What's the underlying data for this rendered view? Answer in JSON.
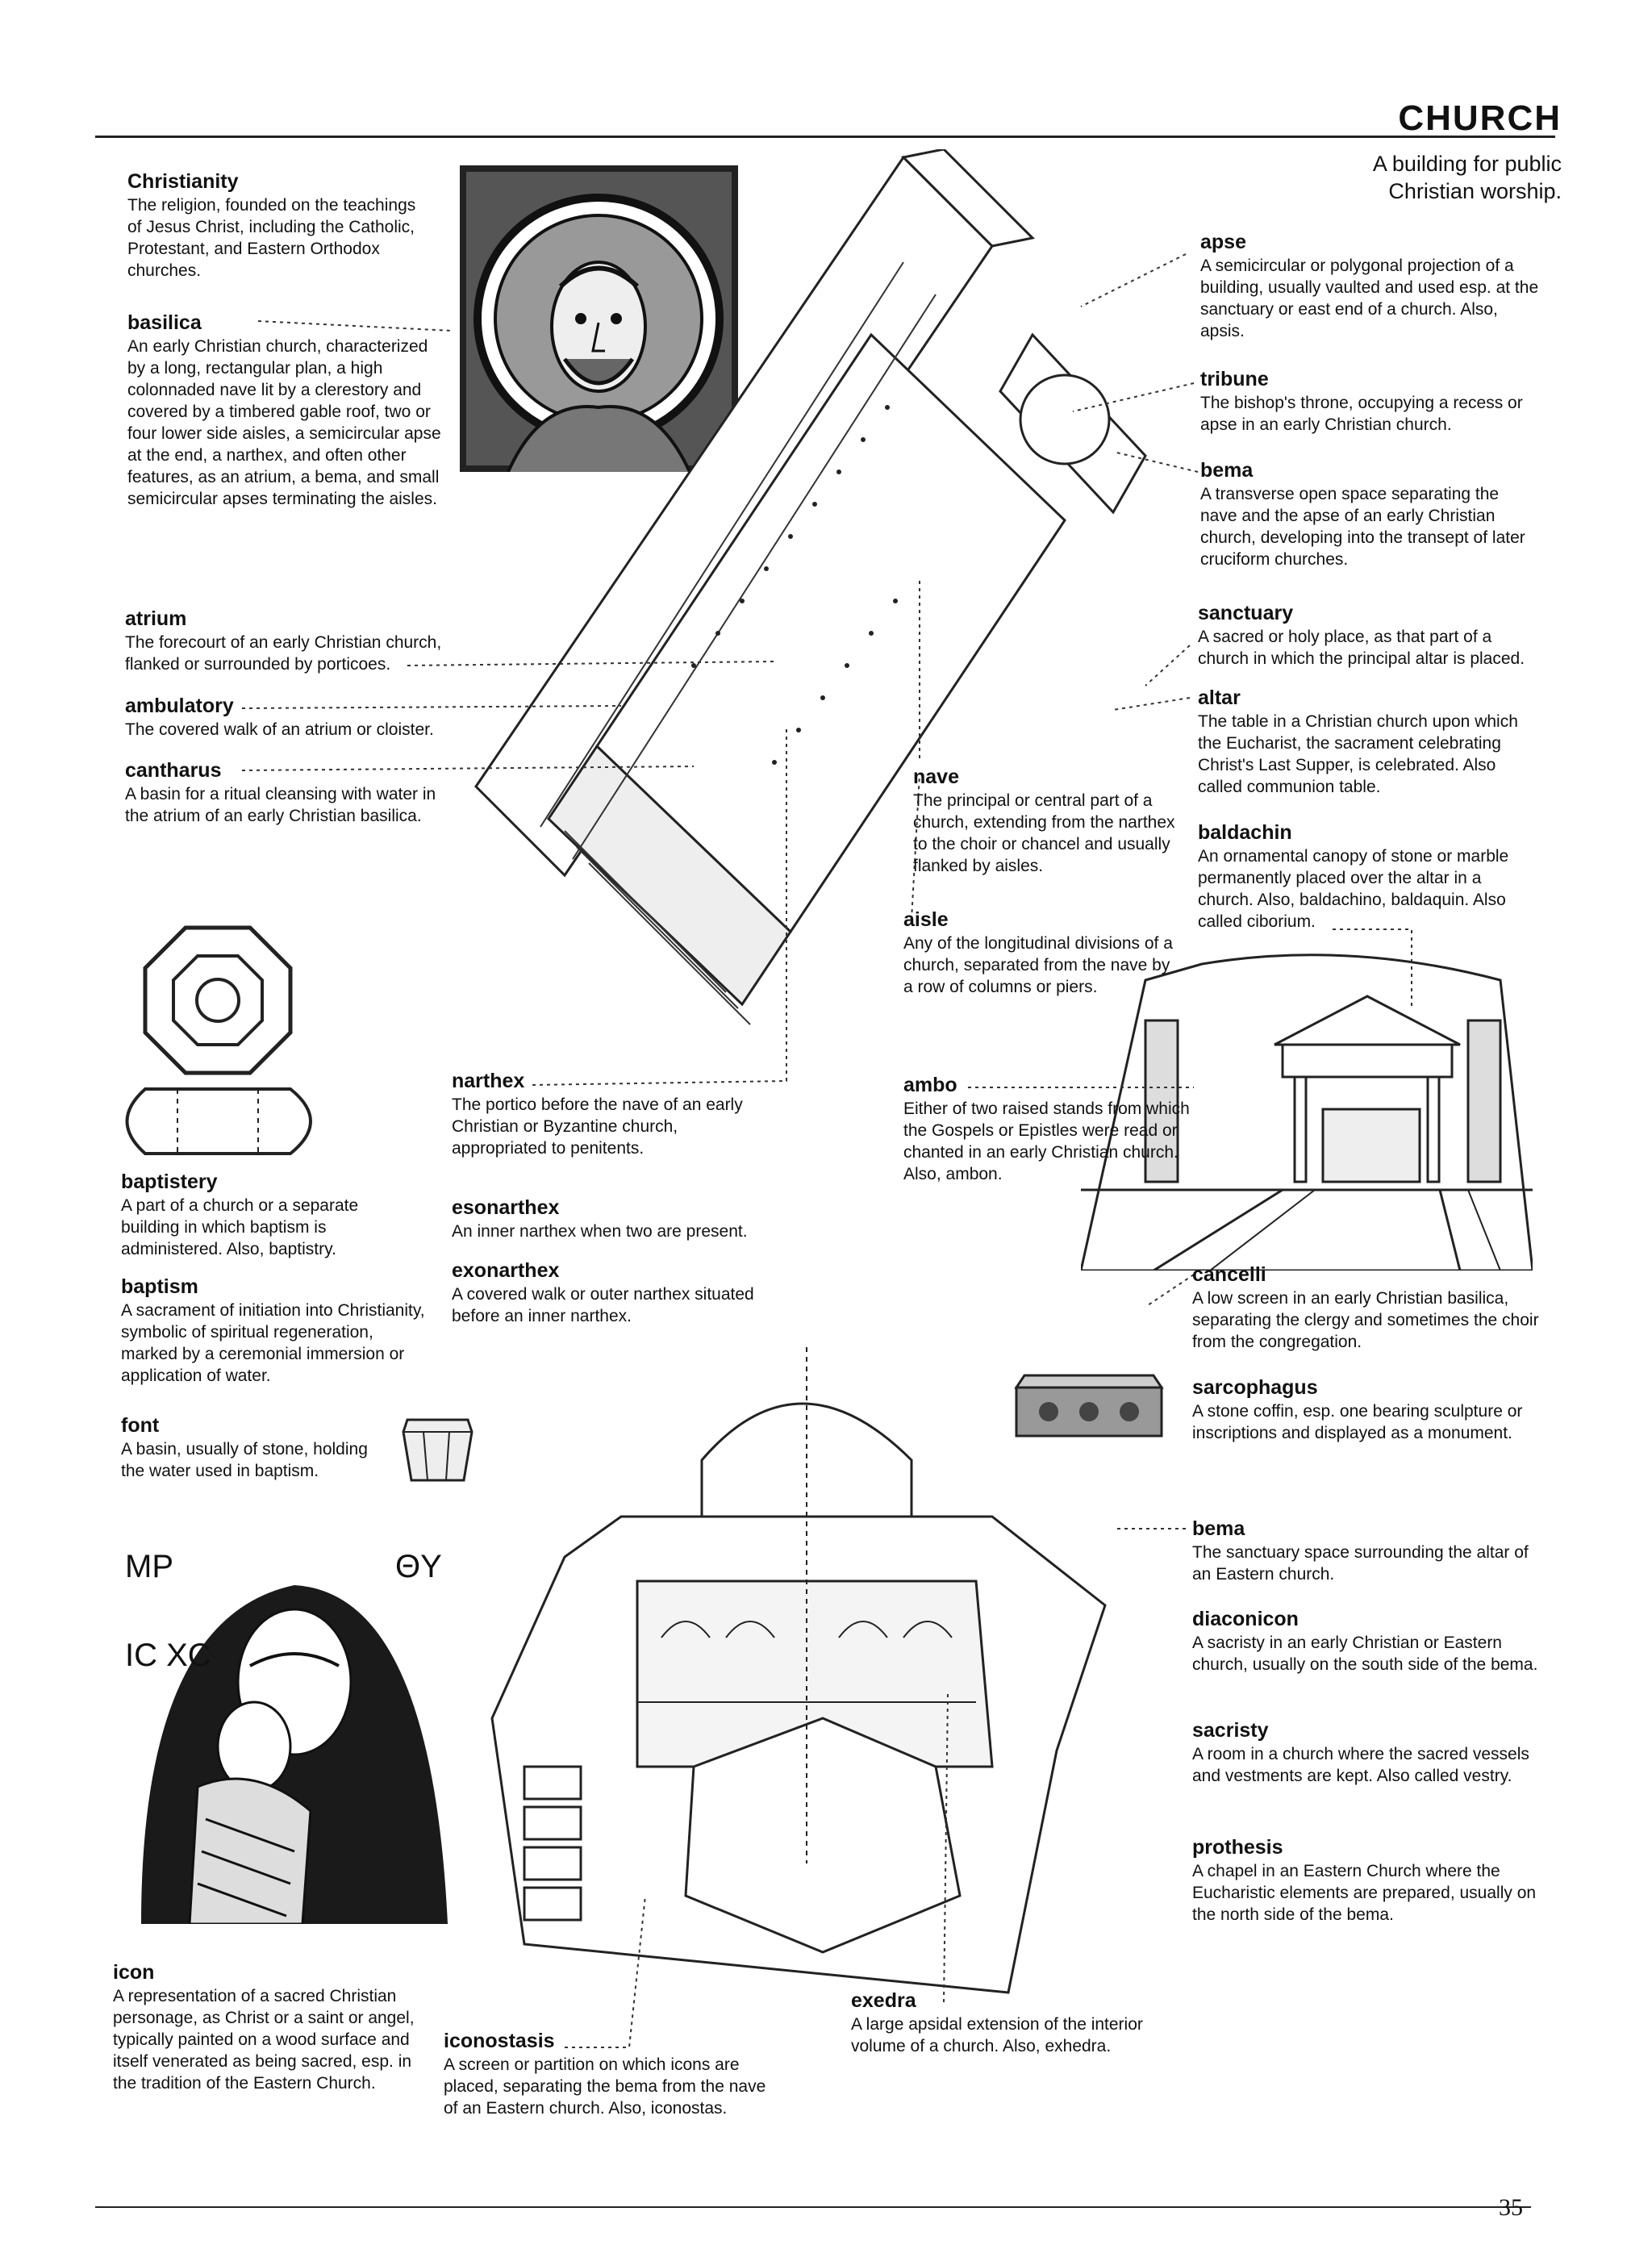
{
  "header": {
    "title": "CHURCH",
    "definition": "A building for public Christian worship."
  },
  "entries": {
    "christianity": {
      "term": "Christianity",
      "def": "The religion, founded on the teachings of Jesus Christ, including the Catholic, Protestant, and Eastern Orthodox churches."
    },
    "basilica": {
      "term": "basilica",
      "def": "An early Christian church, characterized by a long, rectangular plan, a high colonnaded nave lit by a clerestory and covered by a timbered gable roof, two or four lower side aisles, a semicircular apse at the end, a narthex, and often other features, as an atrium, a bema, and small semicircular apses terminating the aisles."
    },
    "atrium": {
      "term": "atrium",
      "def": "The forecourt of an early Christian church, flanked or surrounded by porticoes."
    },
    "ambulatory": {
      "term": "ambulatory",
      "def": "The covered walk of an atrium or cloister."
    },
    "cantharus": {
      "term": "cantharus",
      "def": "A basin for a ritual cleansing with water in the atrium of an early Christian basilica."
    },
    "apse": {
      "term": "apse",
      "def": "A semicircular or polygonal projection of a building, usually vaulted and used esp. at the sanctuary or east end of a church. Also, apsis."
    },
    "tribune": {
      "term": "tribune",
      "def": "The bishop's throne, occupying a recess or apse in an early Christian church."
    },
    "bema1": {
      "term": "bema",
      "def": "A transverse open space separating the nave and the apse of an early Christian church, developing into the transept of later cruciform churches."
    },
    "sanctuary": {
      "term": "sanctuary",
      "def": "A sacred or holy place, as that part of a church in which the principal altar is placed."
    },
    "altar": {
      "term": "altar",
      "def": "The table in a Christian church upon which the Eucharist, the sacrament celebrating Christ's Last Supper, is celebrated. Also called communion table."
    },
    "baldachin": {
      "term": "baldachin",
      "def": "An ornamental canopy of stone or marble permanently placed over the altar in a church. Also, baldachino, baldaquin. Also called ciborium."
    },
    "nave": {
      "term": "nave",
      "def": "The principal or central part of a church, extending from the narthex to the choir or chancel and usually flanked by aisles."
    },
    "aisle": {
      "term": "aisle",
      "def": "Any of the longitudinal divisions of a church, separated from the nave by a row of columns or piers."
    },
    "narthex": {
      "term": "narthex",
      "def": "The portico before the nave of an early Christian or Byzantine church, appropriated to penitents."
    },
    "esonarthex": {
      "term": "esonarthex",
      "def": "An inner narthex when two are present."
    },
    "exonarthex": {
      "term": "exonarthex",
      "def": "A covered walk or outer narthex situated before an inner narthex."
    },
    "ambo": {
      "term": "ambo",
      "def": "Either of two raised stands from which the Gospels or Epistles were read or chanted in an early Christian church. Also, ambon."
    },
    "baptistery": {
      "term": "baptistery",
      "def": "A part of a church or a separate building in which baptism is administered. Also, baptistry."
    },
    "baptism": {
      "term": "baptism",
      "def": "A sacrament of initiation into Christianity, symbolic of spiritual regeneration, marked by a ceremonial immersion or application of water."
    },
    "font": {
      "term": "font",
      "def": "A basin, usually of stone, holding the water used in baptism."
    },
    "cancelli": {
      "term": "cancelli",
      "def": "A low screen in an early Christian basilica, separating the clergy and sometimes the choir from the congregation."
    },
    "sarcophagus": {
      "term": "sarcophagus",
      "def": "A stone coffin, esp. one bearing sculpture or inscriptions and displayed as a monument."
    },
    "bema2": {
      "term": "bema",
      "def": "The sanctuary space surrounding the altar of an Eastern church."
    },
    "diaconicon": {
      "term": "diaconicon",
      "def": "A sacristy in an early Christian or Eastern church, usually on the south side of the bema."
    },
    "sacristy": {
      "term": "sacristy",
      "def": "A room in a church where the sacred vessels and vestments are kept. Also called vestry."
    },
    "prothesis": {
      "term": "prothesis",
      "def": "A chapel in an Eastern Church where the Eucharistic elements are prepared, usually on the north side of the bema."
    },
    "icon": {
      "term": "icon",
      "def": "A representation of a sacred Christian personage, as Christ or a saint or angel, typically painted on a wood surface and itself venerated as being sacred, esp. in the tradition of the Eastern Church."
    },
    "iconostasis": {
      "term": "iconostasis",
      "def": "A screen or partition on which icons are placed, separating the bema from the nave of an Eastern church. Also, iconostas."
    },
    "exedra": {
      "term": "exedra",
      "def": "A large apsidal extension of the interior volume of a church. Also, exhedra."
    }
  },
  "page_number": "35"
}
